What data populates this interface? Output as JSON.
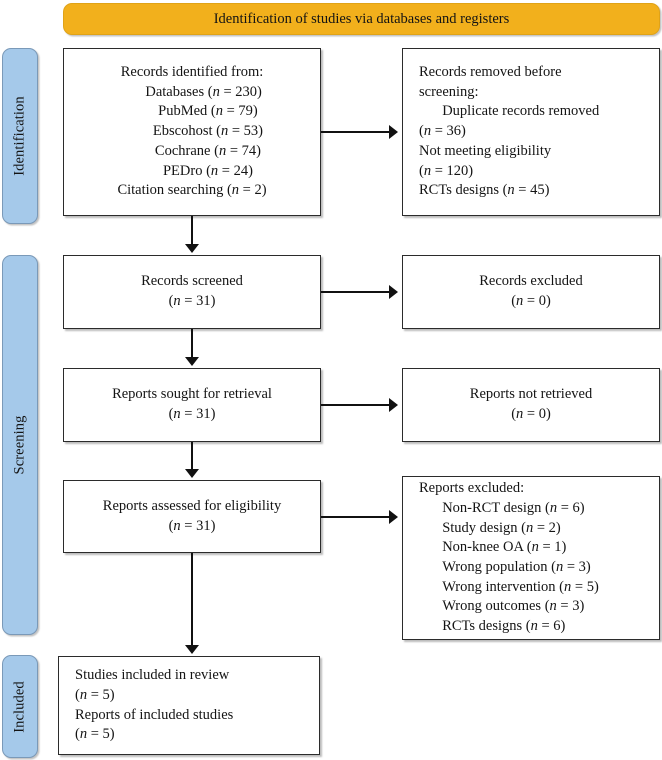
{
  "banner": {
    "title": "Identification of studies via databases and registers",
    "color": "#F2B01C"
  },
  "stages": {
    "color": "#A5C9EA",
    "identification": "Identification",
    "screening": "Screening",
    "included": "Included"
  },
  "boxes": {
    "identified": {
      "name": "Records identified from",
      "lines": [
        "Records identified from:",
        "Databases (n = 230)",
        "PubMed (n = 79)",
        "Ebscohost (n = 53)",
        "Cochrane (n = 74)",
        "PEDro (n = 24)",
        "Citation searching (n = 2)"
      ]
    },
    "removed": {
      "name": "Records removed before screening",
      "lines": [
        "Records removed before",
        "screening:",
        "Duplicate records removed",
        "(n = 36)",
        "Not meeting eligibility",
        "(n = 120)",
        "RCTs designs (n = 45)"
      ]
    },
    "screened": {
      "name": "Records screened",
      "lines": [
        "Records screened",
        "(n = 31)"
      ]
    },
    "excluded": {
      "name": "Records excluded",
      "lines": [
        "Records excluded",
        "(n = 0)"
      ]
    },
    "sought": {
      "name": "Reports sought for retrieval",
      "lines": [
        "Reports sought for retrieval",
        "(n = 31)"
      ]
    },
    "not_retrieved": {
      "name": "Reports not retrieved",
      "lines": [
        "Reports not retrieved",
        "(n = 0)"
      ]
    },
    "assessed": {
      "name": "Reports assessed for eligibility",
      "lines": [
        "Reports assessed for eligibility",
        "(n = 31)"
      ]
    },
    "reports_excluded": {
      "name": "Reports excluded",
      "lines": [
        "Reports excluded:",
        "Non-RCT design (n = 6)",
        "Study design (n = 2)",
        "Non-knee OA (n = 1)",
        "Wrong population (n = 3)",
        "Wrong intervention (n = 5)",
        "Wrong outcomes (n = 3)",
        "RCTs designs (n = 6)"
      ]
    },
    "included": {
      "name": "Studies included in review",
      "lines": [
        "Studies included in review",
        "(n = 5)",
        "Reports of included studies",
        "(n = 5)"
      ]
    }
  },
  "chart_data": {
    "type": "diagram",
    "title": "PRISMA 2020 flow diagram",
    "nodes": [
      {
        "id": "identified",
        "stage": "Identification",
        "label": "Records identified from",
        "n": 230,
        "breakdown": {
          "Databases": 230,
          "PubMed": 79,
          "Ebscohost": 53,
          "Cochrane": 74,
          "PEDro": 24,
          "Citation searching": 2
        }
      },
      {
        "id": "removed",
        "stage": "Identification",
        "label": "Records removed before screening",
        "breakdown": {
          "Duplicate records removed": 36,
          "Not meeting eligibility": 120,
          "RCTs designs": 45
        }
      },
      {
        "id": "screened",
        "stage": "Screening",
        "label": "Records screened",
        "n": 31
      },
      {
        "id": "excluded",
        "stage": "Screening",
        "label": "Records excluded",
        "n": 0
      },
      {
        "id": "sought",
        "stage": "Screening",
        "label": "Reports sought for retrieval",
        "n": 31
      },
      {
        "id": "not_retrieved",
        "stage": "Screening",
        "label": "Reports not retrieved",
        "n": 0
      },
      {
        "id": "assessed",
        "stage": "Screening",
        "label": "Reports assessed for eligibility",
        "n": 31
      },
      {
        "id": "reports_excluded",
        "stage": "Screening",
        "label": "Reports excluded",
        "breakdown": {
          "Non-RCT design": 6,
          "Study design": 2,
          "Non-knee OA": 1,
          "Wrong population": 3,
          "Wrong intervention": 5,
          "Wrong outcomes": 3,
          "RCTs designs": 6
        }
      },
      {
        "id": "included",
        "stage": "Included",
        "label": "Studies included in review",
        "n": 5,
        "breakdown": {
          "Reports of included studies": 5
        }
      }
    ],
    "edges": [
      {
        "from": "identified",
        "to": "removed",
        "direction": "right"
      },
      {
        "from": "identified",
        "to": "screened",
        "direction": "down"
      },
      {
        "from": "screened",
        "to": "excluded",
        "direction": "right"
      },
      {
        "from": "screened",
        "to": "sought",
        "direction": "down"
      },
      {
        "from": "sought",
        "to": "not_retrieved",
        "direction": "right"
      },
      {
        "from": "sought",
        "to": "assessed",
        "direction": "down"
      },
      {
        "from": "assessed",
        "to": "reports_excluded",
        "direction": "right"
      },
      {
        "from": "assessed",
        "to": "included",
        "direction": "down"
      }
    ]
  }
}
